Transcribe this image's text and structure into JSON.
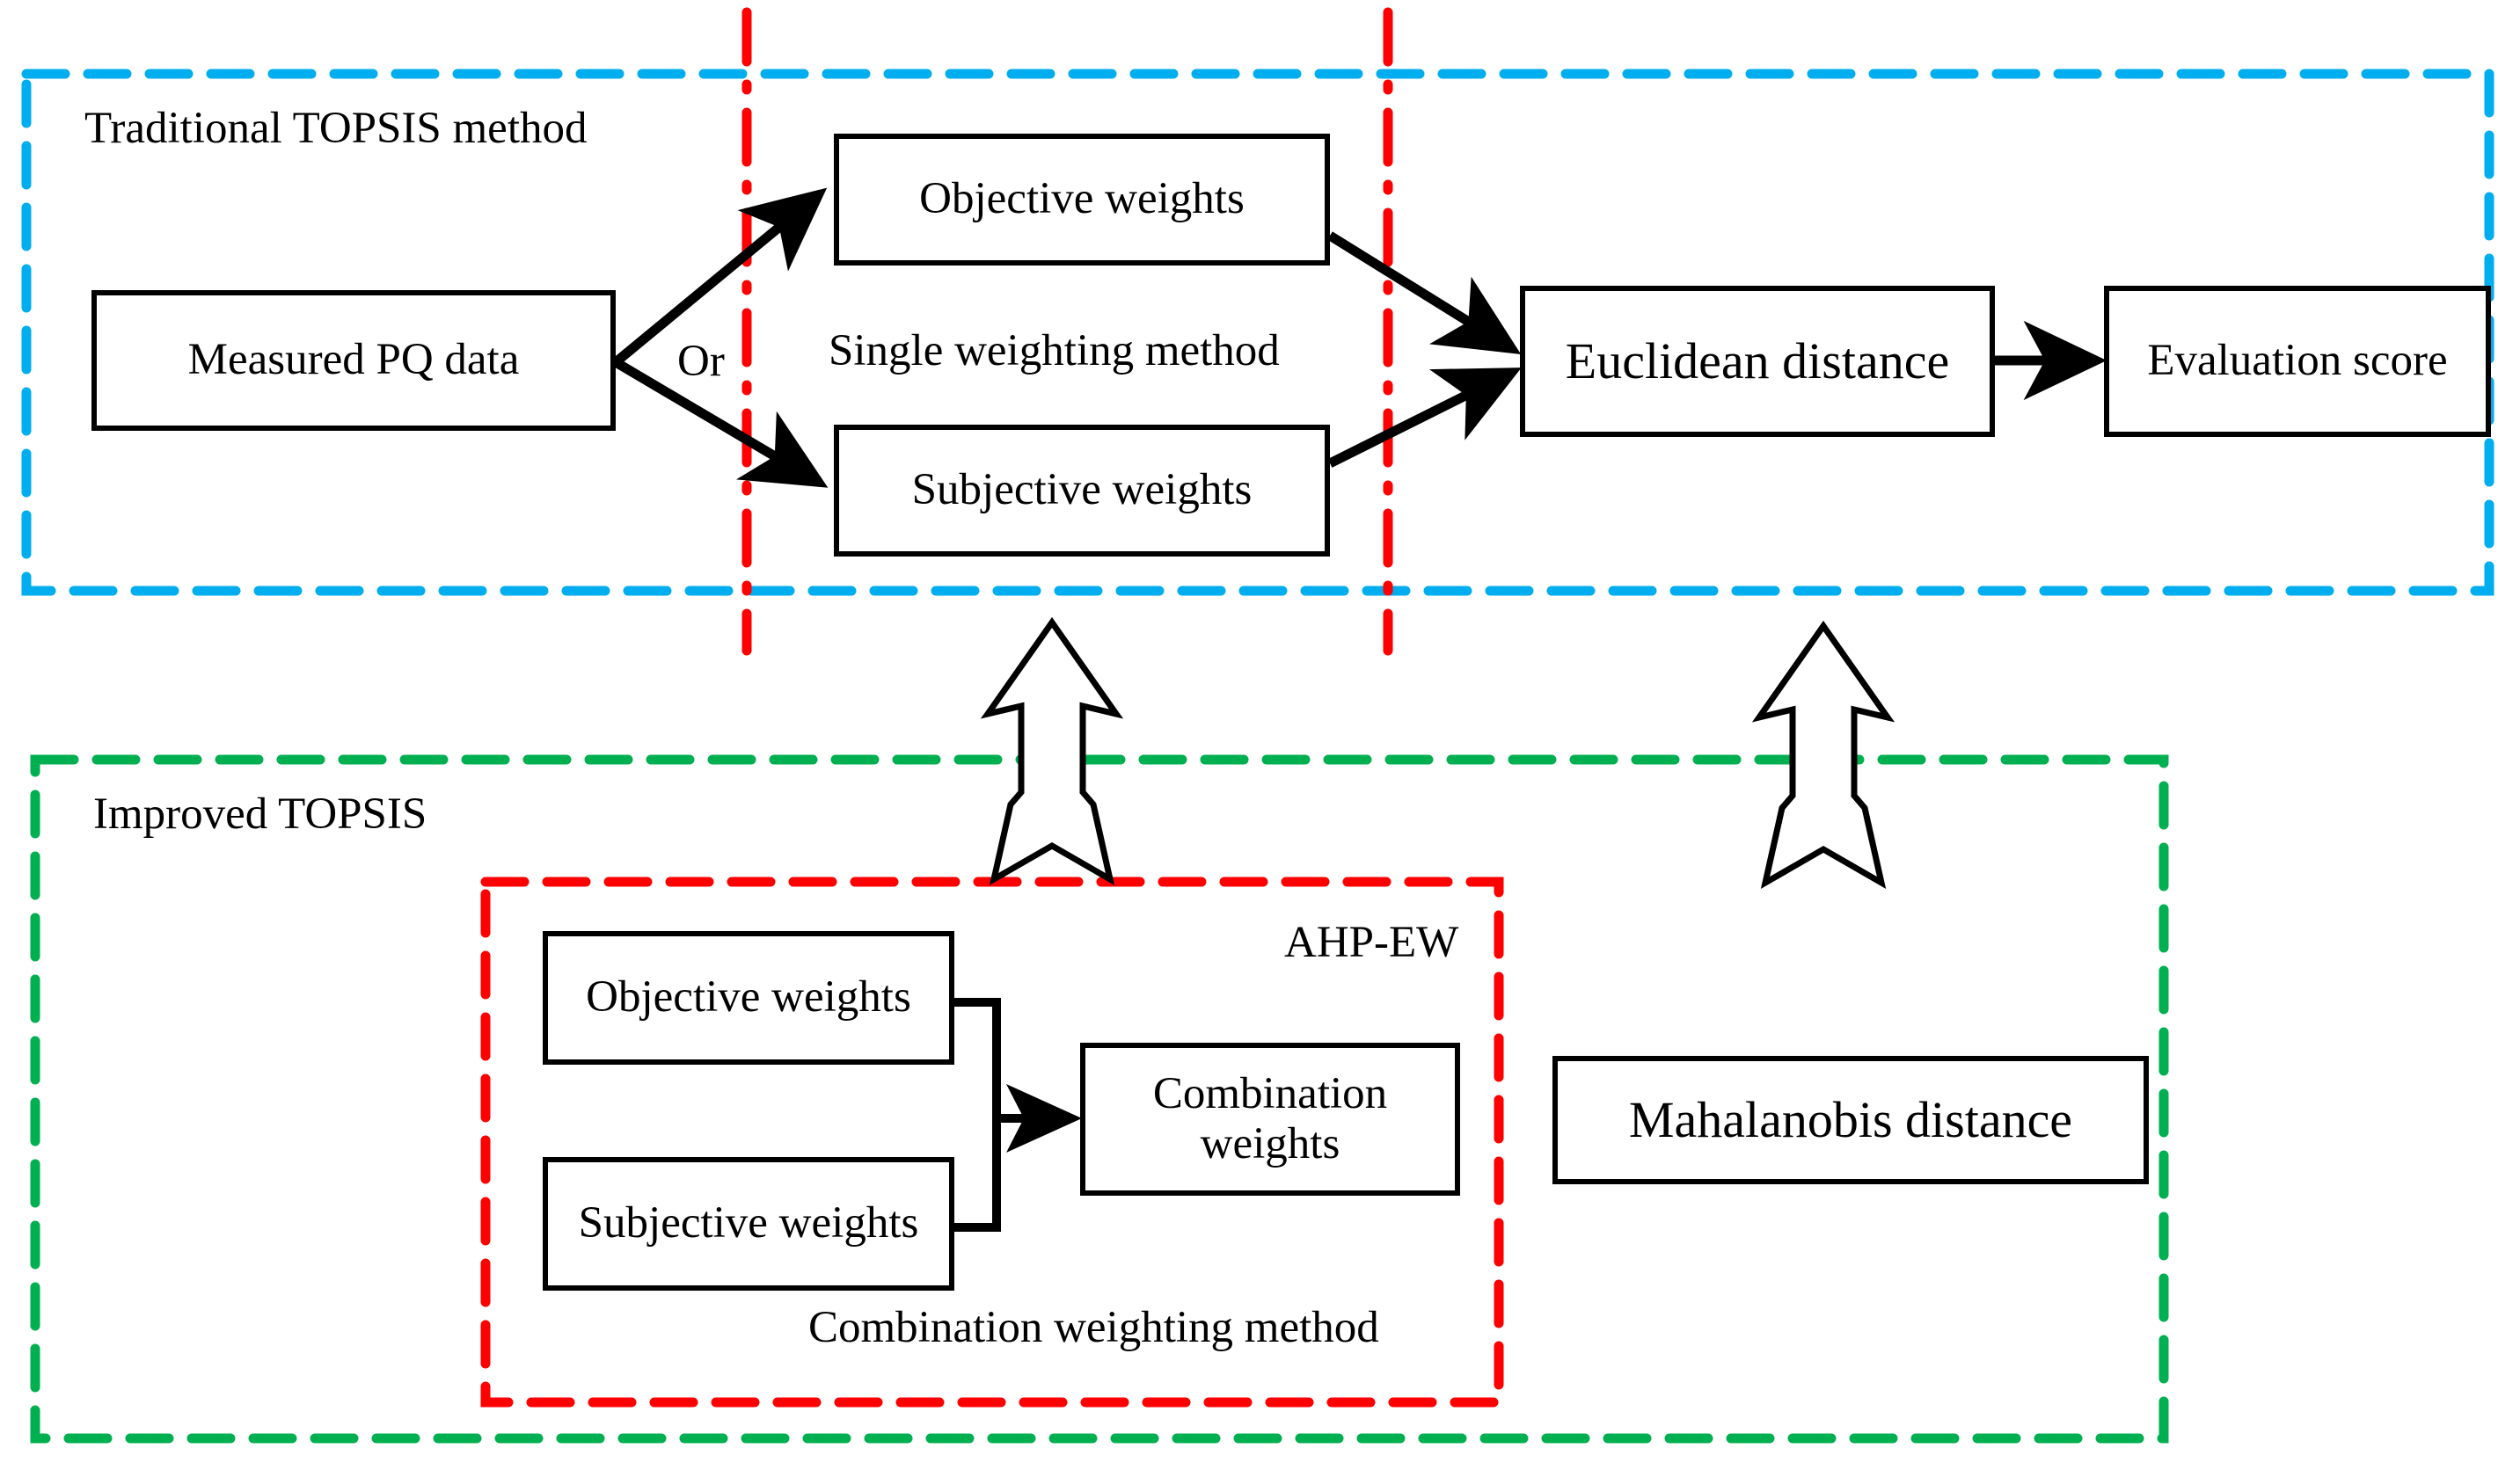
{
  "diagram": {
    "title_visible": false,
    "groups": [
      {
        "id": "traditional-topsis",
        "label": "Traditional TOPSIS method",
        "border_color": "#00AEEF",
        "border_style": "dashed"
      },
      {
        "id": "improved-topsis",
        "label": "Improved TOPSIS",
        "border_color": "#00B050",
        "border_style": "dashed"
      },
      {
        "id": "combination-weighting",
        "label": "Combination weighting method",
        "badge": "AHP-EW",
        "border_color": "#FF0000",
        "border_style": "dashed"
      }
    ],
    "dividers": [
      {
        "id": "divider-left",
        "color": "#FF0000",
        "style": "dash-dot",
        "orientation": "vertical"
      },
      {
        "id": "divider-right",
        "color": "#FF0000",
        "style": "dash-dot",
        "orientation": "vertical"
      }
    ],
    "nodes": {
      "measured_pq_data": "Measured PQ data",
      "objective_weights_top": "Objective weights",
      "subjective_weights_top": "Subjective weights",
      "euclidean_distance": "Euclidean distance",
      "evaluation_score": "Evaluation score",
      "objective_weights_bottom": "Objective weights",
      "subjective_weights_bottom": "Subjective weights",
      "combination_weights": "Combination\nweights",
      "combination_weights_line1": "Combination",
      "combination_weights_line2": "weights",
      "mahalanobis_distance": "Mahalanobis distance"
    },
    "labels": {
      "or": "Or",
      "single_weighting_method": "Single weighting method",
      "combination_weighting_method": "Combination weighting method",
      "ahp_ew": "AHP-EW",
      "traditional_topsis_method": "Traditional TOPSIS method",
      "improved_topsis": "Improved TOPSIS"
    },
    "edges": [
      {
        "id": "pq-to-objective",
        "from": "measured_pq_data",
        "to": "objective_weights_top",
        "style": "solid-arrow"
      },
      {
        "id": "pq-to-subjective",
        "from": "measured_pq_data",
        "to": "subjective_weights_top",
        "style": "solid-arrow"
      },
      {
        "id": "objective-to-euclidean",
        "from": "objective_weights_top",
        "to": "euclidean_distance",
        "style": "solid-arrow"
      },
      {
        "id": "subjective-to-euclidean",
        "from": "subjective_weights_top",
        "to": "euclidean_distance",
        "style": "solid-arrow"
      },
      {
        "id": "euclidean-to-score",
        "from": "euclidean_distance",
        "to": "evaluation_score",
        "style": "solid-arrow"
      },
      {
        "id": "objective-bottom-to-combination",
        "from": "objective_weights_bottom",
        "to": "combination_weights",
        "style": "elbow-arrow"
      },
      {
        "id": "subjective-bottom-to-combination",
        "from": "subjective_weights_bottom",
        "to": "combination_weights",
        "style": "elbow-arrow"
      },
      {
        "id": "upgrade-arrow-weights",
        "from": "combination_weighting",
        "to": "single_weighting_method",
        "style": "hollow-block-arrow-up"
      },
      {
        "id": "upgrade-arrow-distance",
        "from": "mahalanobis_distance",
        "to": "euclidean_distance",
        "style": "hollow-block-arrow-up"
      }
    ],
    "colors": {
      "stroke": "#000000",
      "blue_group": "#00AEEF",
      "green_group": "#00B050",
      "red_dashed": "#FF0000",
      "background": "#FFFFFF"
    }
  }
}
